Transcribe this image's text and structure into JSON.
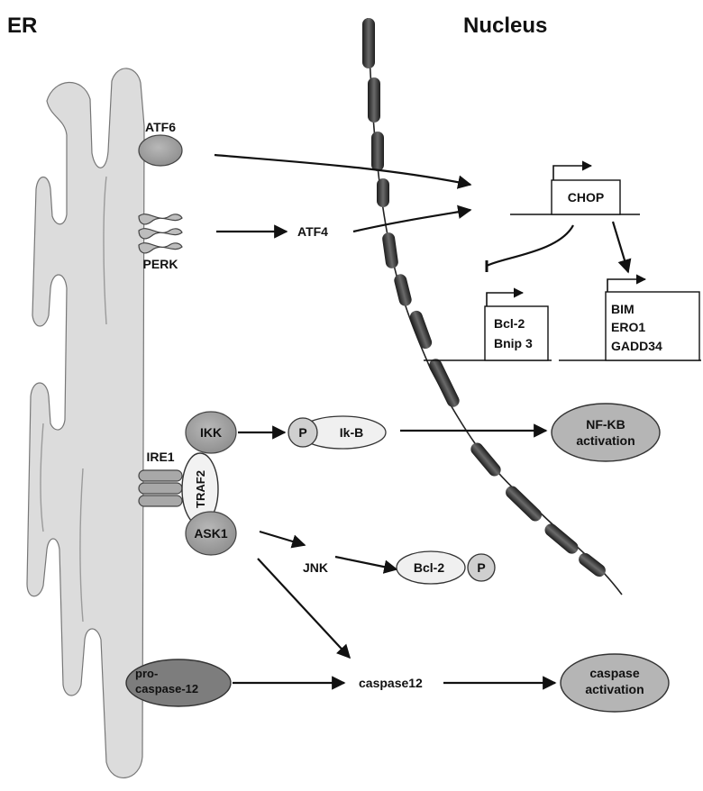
{
  "titles": {
    "er": "ER",
    "nucleus": "Nucleus"
  },
  "proteins": {
    "atf6": "ATF6",
    "perk": "PERK",
    "ire1": "IRE1",
    "atf4": "ATF4",
    "ikk": "IKK",
    "traf2": "TRAF2",
    "ask1": "ASK1",
    "phospho": "P",
    "ikb": "Ik-B",
    "jnk": "JNK",
    "bcl2_p": "Bcl-2",
    "phospho2": "P",
    "procaspase_line1": "pro-",
    "procaspase_line2": "caspase-12",
    "caspase12": "caspase12"
  },
  "genes": {
    "chop": "CHOP",
    "bcl2": "Bcl-2",
    "bnip3": "Bnip 3",
    "bim": "BIM",
    "ero1": "ERO1",
    "gadd34": "GADD34"
  },
  "outcomes": {
    "nfkb_line1": "NF-KB",
    "nfkb_line2": "activation",
    "caspase_line1": "caspase",
    "caspase_line2": "activation"
  },
  "colors": {
    "er_fill": "#dcdcdc",
    "protein_dark": "#9a9a9a",
    "protein_light": "#efefef",
    "procaspase": "#7d7d7d",
    "outcome_fill": "#b5b5b5",
    "dna_segment": "#3a3a3a",
    "ink": "#111111"
  }
}
